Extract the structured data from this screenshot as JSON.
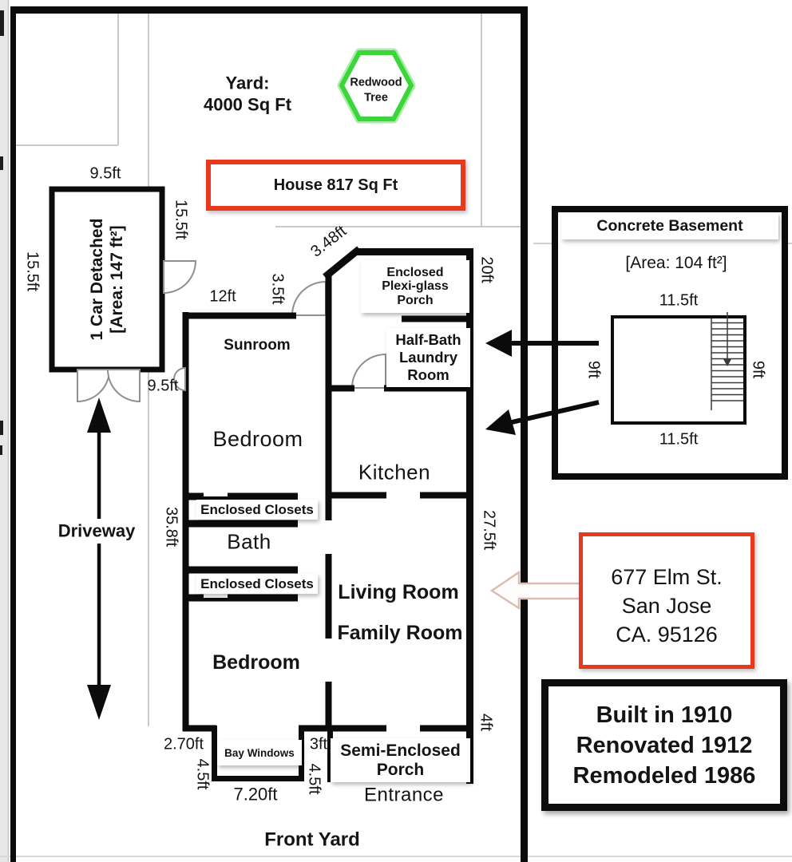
{
  "colors": {
    "accent_red": "#e8391c",
    "tree_green": "#3cd63c",
    "wall_black": "#0b0b0b"
  },
  "yard": {
    "title1": "Yard:",
    "title2": "4000 Sq Ft",
    "tree1": "Redwood",
    "tree2": "Tree",
    "front_yard": "Front Yard",
    "driveway": "Driveway"
  },
  "house_banner": {
    "label": "House 817 Sq Ft"
  },
  "garage": {
    "title": "1 Car Detached",
    "area": "[Area: 147 ft²]",
    "dim_top": "9.5ft",
    "dim_left": "15.5ft",
    "dim_right": "15.5ft",
    "dim_doors": "9.5ft"
  },
  "dims": {
    "d12": "12ft",
    "d3_5": "3.5ft",
    "d3_48": "3.48ft",
    "d20": "20ft",
    "d35_8": "35.8ft",
    "d27_5": "27.5ft",
    "d4": "4ft",
    "d2_70": "2.70ft",
    "d3": "3ft",
    "d4_5_l": "4.5ft",
    "d4_5_r": "4.5ft",
    "d7_20": "7.20ft"
  },
  "rooms": {
    "sunroom": "Sunroom",
    "bedroom_top": "Bedroom",
    "kitchen": "Kitchen",
    "closets_top": "Enclosed Closets",
    "bath": "Bath",
    "closets_bottom": "Enclosed Closets",
    "bedroom_bottom": "Bedroom",
    "living_room": "Living Room",
    "family_room": "Family Room",
    "porch1": "Enclosed",
    "porch2": "Plexi-glass",
    "porch3": "Porch",
    "halfbath1": "Half-Bath",
    "halfbath2": "Laundry",
    "halfbath3": "Room",
    "semi1": "Semi-Enclosed",
    "semi2": "Porch",
    "bay_windows": "Bay Windows",
    "entrance": "Entrance"
  },
  "basement": {
    "title": "Concrete Basement",
    "area": "[Area: 104 ft²]",
    "dim_top": "11.5ft",
    "dim_bottom": "11.5ft",
    "dim_left": "9ft",
    "dim_right": "9ft"
  },
  "address": {
    "line1": "677 Elm St.",
    "line2": "San Jose",
    "line3": "CA. 95126"
  },
  "history": {
    "line1": "Built in 1910",
    "line2": "Renovated 1912",
    "line3": "Remodeled 1986"
  }
}
